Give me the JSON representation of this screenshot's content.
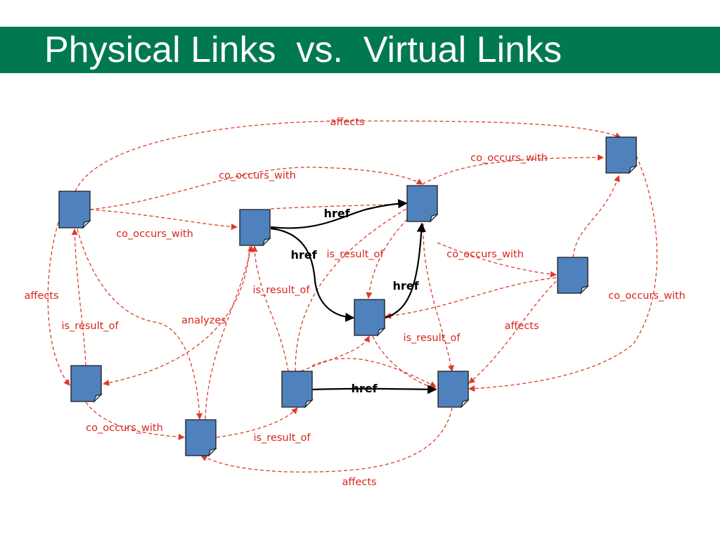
{
  "title": "Physical Links  vs.  Virtual Links",
  "physical_links": [
    {
      "label": "href"
    },
    {
      "label": "href"
    },
    {
      "label": "href"
    },
    {
      "label": "href"
    }
  ],
  "virtual_links": [
    {
      "label": "affects"
    },
    {
      "label": "co_occurs_with"
    },
    {
      "label": "co_occurs_with"
    },
    {
      "label": "co_occurs_with"
    },
    {
      "label": "is_result_of"
    },
    {
      "label": "co_occurs_with"
    },
    {
      "label": "is_result_of"
    },
    {
      "label": "affects"
    },
    {
      "label": "is_result_of"
    },
    {
      "label": "analyzes"
    },
    {
      "label": "affects"
    },
    {
      "label": "co_occurs_with"
    },
    {
      "label": "is_result_of"
    },
    {
      "label": "co_occurs_with"
    },
    {
      "label": "is_result_of"
    },
    {
      "label": "affects"
    }
  ],
  "colors": {
    "title_bar": "#00794F",
    "document": "#4F81BD",
    "virtual_link": "#e03a2a",
    "physical_link": "#000000"
  }
}
